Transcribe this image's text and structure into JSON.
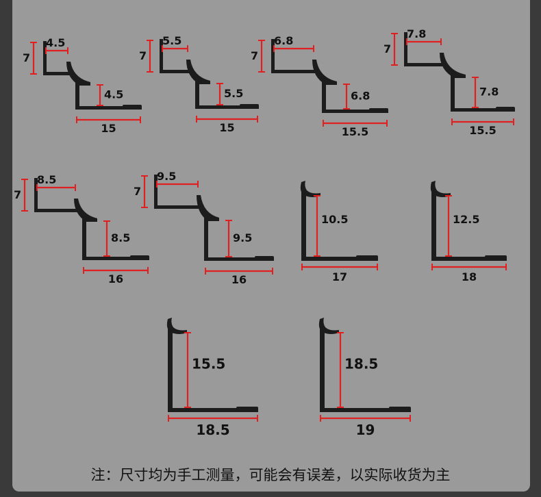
{
  "colors": {
    "background": "#9a9a9a",
    "profile": "#1c1c1c",
    "dimension": "#e02020",
    "text": "#111111"
  },
  "profiles": [
    {
      "name": "step-profile",
      "top_width": "4.5",
      "height": "7",
      "step": "4.5",
      "base": "15"
    },
    {
      "name": "step-profile",
      "top_width": "5.5",
      "height": "7",
      "step": "5.5",
      "base": "15"
    },
    {
      "name": "step-profile",
      "top_width": "6.8",
      "height": "7",
      "step": "6.8",
      "base": "15.5"
    },
    {
      "name": "step-profile",
      "top_width": "7.8",
      "height": "7",
      "step": "7.8",
      "base": "15.5"
    },
    {
      "name": "step-profile",
      "top_width": "8.5",
      "height": "7",
      "step": "8.5",
      "base": "16"
    },
    {
      "name": "step-profile",
      "top_width": "9.5",
      "height": "7",
      "step": "9.5",
      "base": "16"
    },
    {
      "name": "corner-profile",
      "height": "10.5",
      "base": "17"
    },
    {
      "name": "corner-profile",
      "height": "12.5",
      "base": "18"
    },
    {
      "name": "corner-profile",
      "height": "15.5",
      "base": "18.5"
    },
    {
      "name": "corner-profile",
      "height": "18.5",
      "base": "19"
    }
  ],
  "note": "注：尺寸均为手工测量，可能会有误差，以实际收货为主"
}
